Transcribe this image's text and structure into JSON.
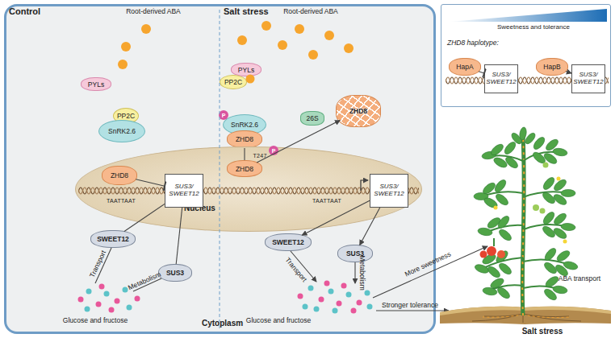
{
  "diagram": {
    "nodes": [
      {
        "text": [
          "Control",
          "Salt stress",
          "Cytoplasm"
        ]
      },
      {
        "text": [
          "PYLs"
        ],
        "in": 0
      },
      {
        "text": [
          "PP2C"
        ],
        "in": 0
      },
      {
        "text": [
          "SnRK2.6"
        ],
        "in": 0
      },
      {
        "text": [
          "PYLs"
        ],
        "in": 0
      },
      {
        "text": [
          "PP2C"
        ],
        "in": 0
      },
      {
        "text": [
          "SnRK2.6"
        ],
        "in": 0
      },
      {
        "text": [
          "P"
        ],
        "in": 0
      },
      {
        "text": [
          "ZHD8"
        ],
        "in": 0
      },
      {
        "text": [
          "26S"
        ],
        "in": 0
      },
      {
        "text": [
          "ZHD8"
        ],
        "in": 0
      },
      {
        "text": [
          "Nucleus"
        ],
        "in": 0
      },
      {
        "text": [
          "ZHD8"
        ],
        "in": 11
      },
      {
        "text": [
          "SUS3/ SWEET12"
        ],
        "in": 11
      },
      {
        "text": [
          "ZHD8"
        ],
        "in": 11
      },
      {
        "text": [
          "P"
        ],
        "in": 11
      },
      {
        "text": [
          "SUS3/ SWEET12"
        ],
        "in": 11
      },
      {
        "text": [
          "SWEET12"
        ],
        "in": 0
      },
      {
        "text": [
          "SUS3"
        ],
        "in": 0
      },
      {
        "text": [
          "SWEET12"
        ],
        "in": 0
      },
      {
        "text": [
          "SUS3"
        ],
        "in": 0
      },
      {
        "text": [
          "Sweetness and tolerance",
          "ZHD8 haplotype:"
        ]
      },
      {
        "text": [
          "HapA"
        ],
        "in": 21
      },
      {
        "text": [
          "SUS3/ SWEET12"
        ],
        "in": 21
      },
      {
        "text": [
          "HapB"
        ],
        "in": 21
      },
      {
        "text": [
          "SUS3/ SWEET12"
        ],
        "in": 21
      }
    ],
    "edges": [
      {
        "from": 12,
        "to": 13,
        "arrow": "to"
      },
      {
        "from": 13,
        "to": 17,
        "arrow": "none"
      },
      {
        "from": 13,
        "to": 18,
        "arrow": "none"
      },
      {
        "from": 8,
        "to": 14,
        "arrow": "none"
      },
      {
        "from": 14,
        "to": 10,
        "arrow": "to"
      },
      {
        "from": 16,
        "to": 19,
        "arrow": "to"
      },
      {
        "from": 16,
        "to": 20,
        "arrow": "to"
      },
      {
        "from": 22,
        "to": 23,
        "arrow": "to"
      },
      {
        "from": 24,
        "to": 25,
        "arrow": "to"
      }
    ],
    "labels": [
      "Root-derived ABA",
      "Root-derived ABA",
      "TAATTAAT",
      "TAATTAAT",
      "T247",
      "Transport",
      "Metabolism",
      "Glucose and fructose",
      "Transport",
      "Metabolism",
      "Glucose and fructose",
      "More sweetness",
      "Stronger tolerance",
      "ABA transport",
      "Salt stress"
    ]
  }
}
